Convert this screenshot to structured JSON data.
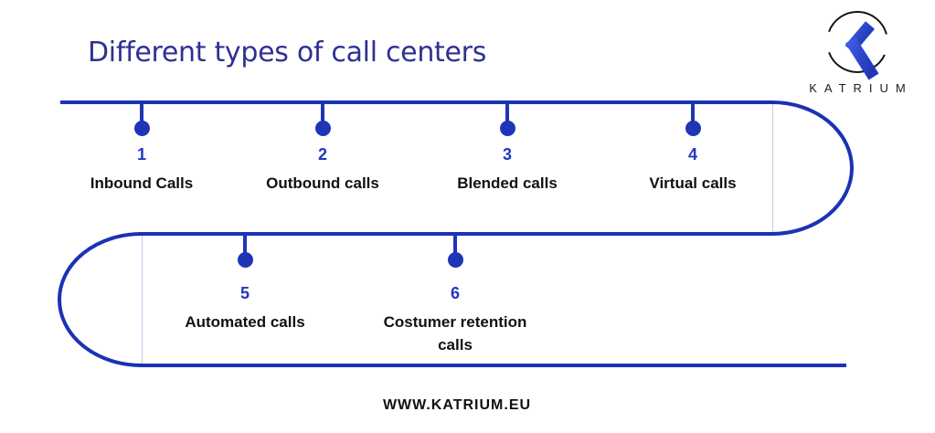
{
  "title": "Different types of call centers",
  "logo": {
    "letter": "K",
    "brand": "KATRIUM",
    "icon": "k-in-circle-icon"
  },
  "items": [
    {
      "number": "1",
      "label": "Inbound Calls"
    },
    {
      "number": "2",
      "label": "Outbound calls"
    },
    {
      "number": "3",
      "label": "Blended calls"
    },
    {
      "number": "4",
      "label": "Virtual calls"
    },
    {
      "number": "5",
      "label": "Automated calls"
    },
    {
      "number": "6",
      "label": "Costumer retention calls"
    }
  ],
  "footer": {
    "url": "WWW.KATRIUM.EU"
  },
  "colors": {
    "accent_line": "#1b32b3",
    "dot_and_number": "#2236c0",
    "title_navy": "#2e3192",
    "label_black": "#111111",
    "logo_gradient_start": "#3d5ae0",
    "logo_gradient_end": "#2038b8",
    "faint_guide_line": "#c9cfeb"
  }
}
